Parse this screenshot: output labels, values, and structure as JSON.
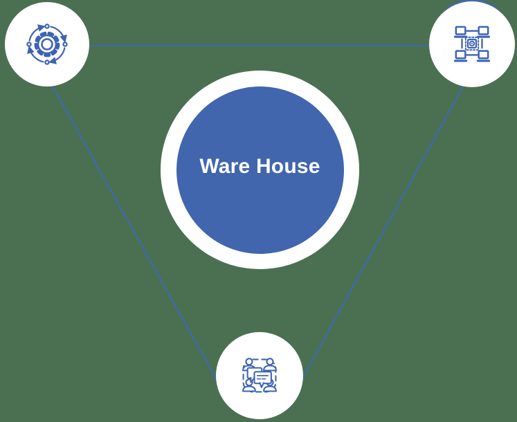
{
  "diagram": {
    "center_node": {
      "label": "Ware House"
    },
    "satellite_nodes": [
      {
        "id": "automation",
        "icon": "gear-cycle-icon",
        "position": "top-left"
      },
      {
        "id": "network",
        "icon": "connected-devices-icon",
        "position": "top-right"
      },
      {
        "id": "collaboration",
        "icon": "team-discussion-icon",
        "position": "bottom"
      }
    ],
    "connectors": [
      {
        "from": "automation",
        "to": "network"
      },
      {
        "from": "automation",
        "to": "collaboration"
      },
      {
        "from": "network",
        "to": "collaboration"
      }
    ],
    "colors": {
      "background": "#4A7051",
      "node_circle": "#FFFFFF",
      "center_circle": "#4166AE",
      "connector_line": "#3A67D0",
      "icon_stroke": "#3E63B4",
      "center_label_text": "#FFFFFF"
    }
  }
}
